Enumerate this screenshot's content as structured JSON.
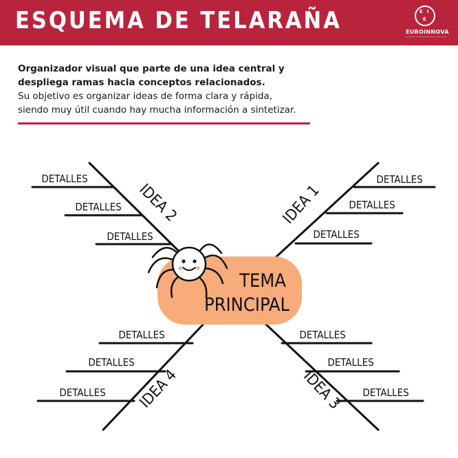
{
  "header": {
    "title": "ESQUEMA DE TELARAÑA",
    "logo_text": "EUROINNOVA",
    "logo_letters": [
      "E",
      "I",
      "E"
    ]
  },
  "intro": {
    "line1": "Organizador visual que parte de una idea central y",
    "line2": "despliega ramas hacia conceptos relacionados.",
    "line3": "Su objetivo es organizar ideas de forma clara y rápida,",
    "line4": "siendo muy útil cuando hay mucha información a sintetizar."
  },
  "center": {
    "line1": "TEMA",
    "line2": "PRINCIPAL",
    "color": "#f9ac7b"
  },
  "ideas": {
    "idea1": "IDEA 1",
    "idea2": "IDEA 2",
    "idea3": "IDEA 3",
    "idea4": "IDEA 4"
  },
  "detail_label": "DETALLES",
  "colors": {
    "brand": "#b8243c",
    "center": "#f9ac7b"
  }
}
